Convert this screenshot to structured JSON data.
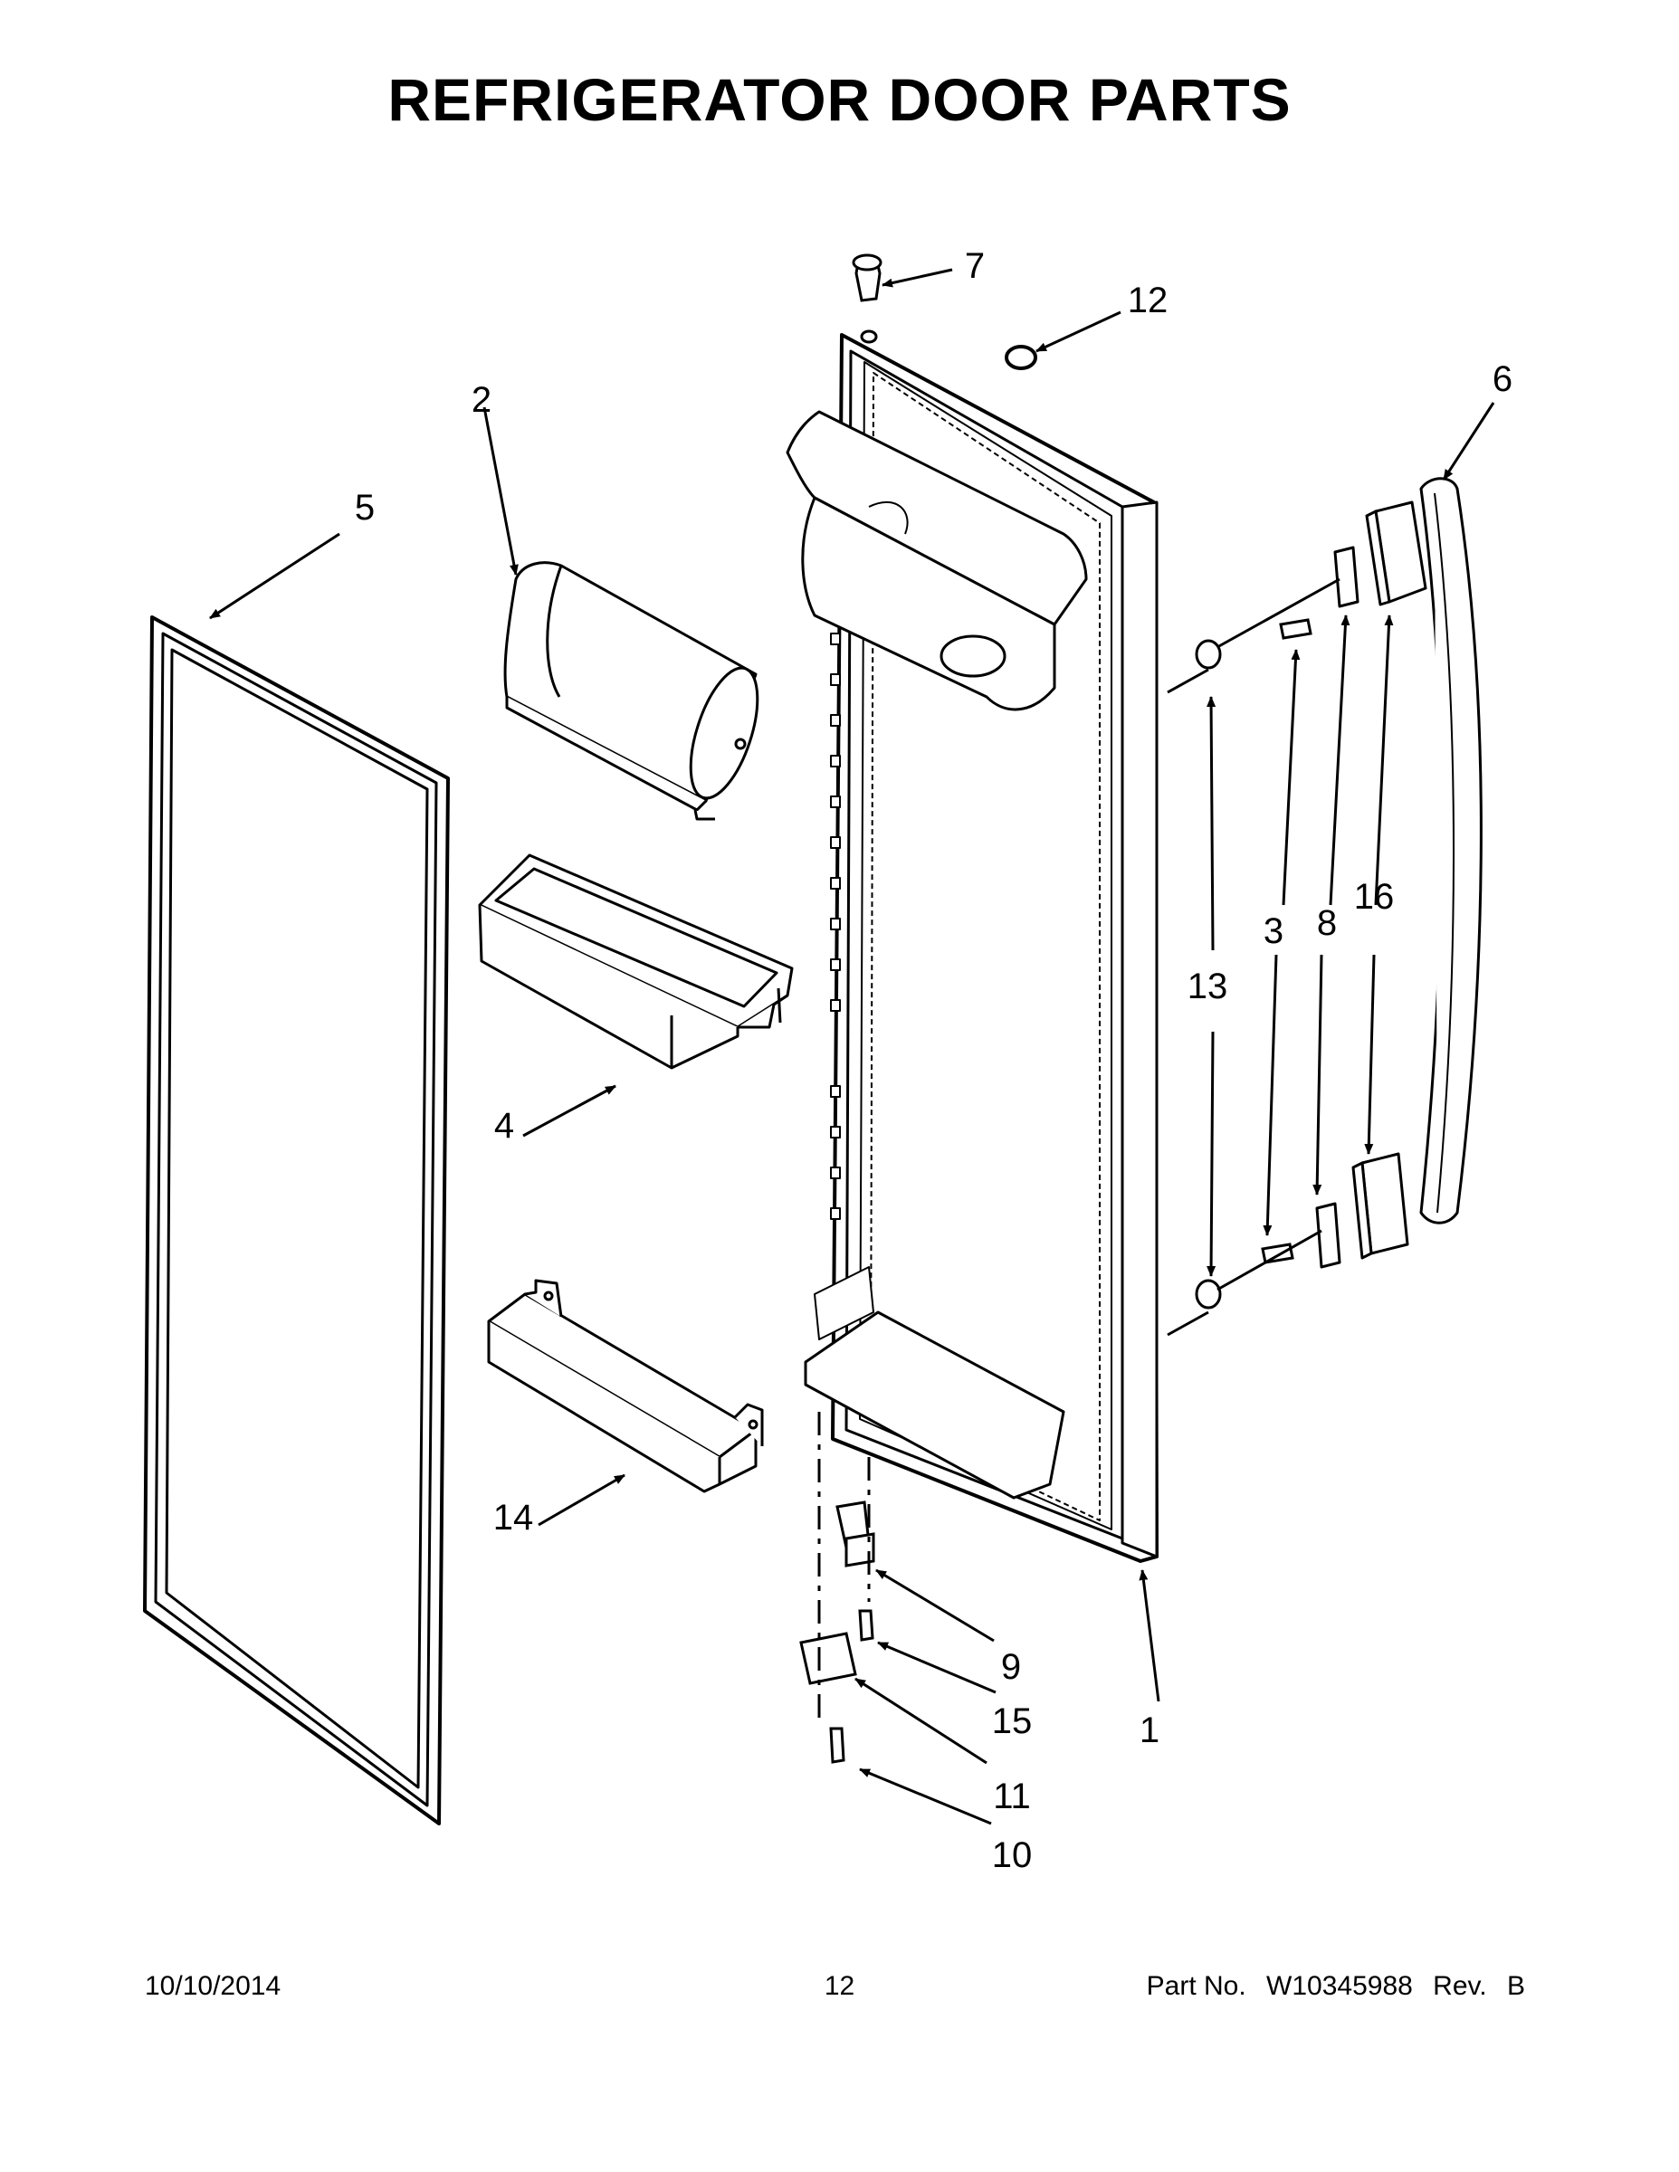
{
  "title": "REFRIGERATOR DOOR PARTS",
  "callouts": {
    "c1": "1",
    "c2": "2",
    "c3": "3",
    "c4": "4",
    "c5": "5",
    "c6": "6",
    "c7": "7",
    "c8": "8",
    "c9": "9",
    "c10": "10",
    "c11": "11",
    "c12": "12",
    "c13": "13",
    "c14": "14",
    "c15": "15",
    "c16": "16"
  },
  "footer": {
    "date": "10/10/2014",
    "page": "12",
    "part_label": "Part No.",
    "part_number": "W10345988",
    "rev_label": "Rev.",
    "rev_value": "B"
  }
}
